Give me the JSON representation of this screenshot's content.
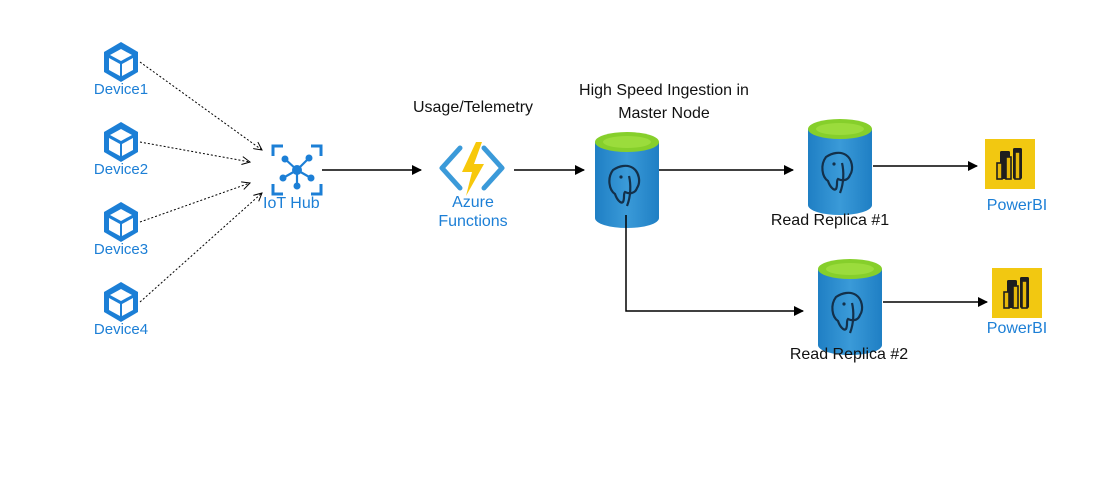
{
  "devices": [
    {
      "label": "Device1"
    },
    {
      "label": "Device2"
    },
    {
      "label": "Device3"
    },
    {
      "label": "Device4"
    }
  ],
  "iot_hub": {
    "label": "IoT Hub"
  },
  "usage_label": "Usage/Telemetry",
  "functions": {
    "line1": "Azure",
    "line2": "Functions"
  },
  "master": {
    "title_line1": "High Speed Ingestion in",
    "title_line2": "Master Node"
  },
  "replica1": {
    "label": "Read Replica #1"
  },
  "replica2": {
    "label": "Read Replica #2"
  },
  "powerbi1": {
    "label": "PowerBI"
  },
  "powerbi2": {
    "label": "PowerBI"
  },
  "colors": {
    "device_blue": "#1c7fd6",
    "db_blue": "#2f8fd0",
    "db_green": "#86cf2b",
    "bolt_yellow": "#f7c80b",
    "powerbi_yellow": "#f2c811"
  },
  "icons": [
    "device-cube-icon",
    "iot-hub-icon",
    "azure-functions-icon",
    "postgres-db-icon",
    "powerbi-icon"
  ]
}
